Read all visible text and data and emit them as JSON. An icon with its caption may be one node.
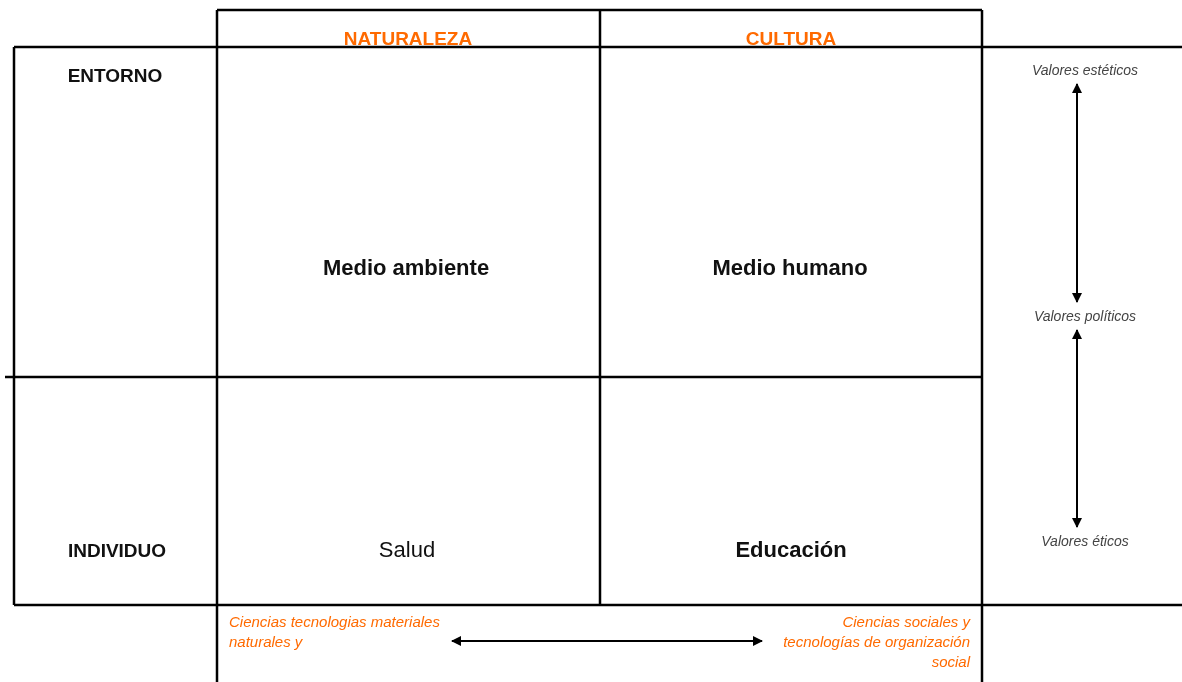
{
  "diagram": {
    "nodes": [
      {
        "text": [
          "NATURALEZA"
        ]
      },
      {
        "text": [
          "CULTURA"
        ]
      },
      {
        "text": [
          "ENTORNO"
        ]
      },
      {
        "text": [
          "Medio ambiente"
        ]
      },
      {
        "text": [
          "Medio humano"
        ]
      },
      {
        "text": [
          "INDIVIDUO"
        ]
      },
      {
        "text": [
          "Salud"
        ]
      },
      {
        "text": [
          "Educación"
        ]
      },
      {
        "text": [
          "Valores estéticos"
        ]
      },
      {
        "text": [
          "Valores políticos"
        ]
      },
      {
        "text": [
          "Valores éticos"
        ]
      },
      {
        "text": [
          "Ciencias tecnologias materiales naturales y"
        ]
      },
      {
        "text": [
          "Ciencias sociales y tecnologías de organización social"
        ]
      }
    ],
    "edges": [
      {
        "from": 8,
        "to": 9,
        "arrow": "both"
      },
      {
        "from": 9,
        "to": 10,
        "arrow": "both"
      },
      {
        "from": 11,
        "to": 12,
        "arrow": "both"
      }
    ]
  }
}
